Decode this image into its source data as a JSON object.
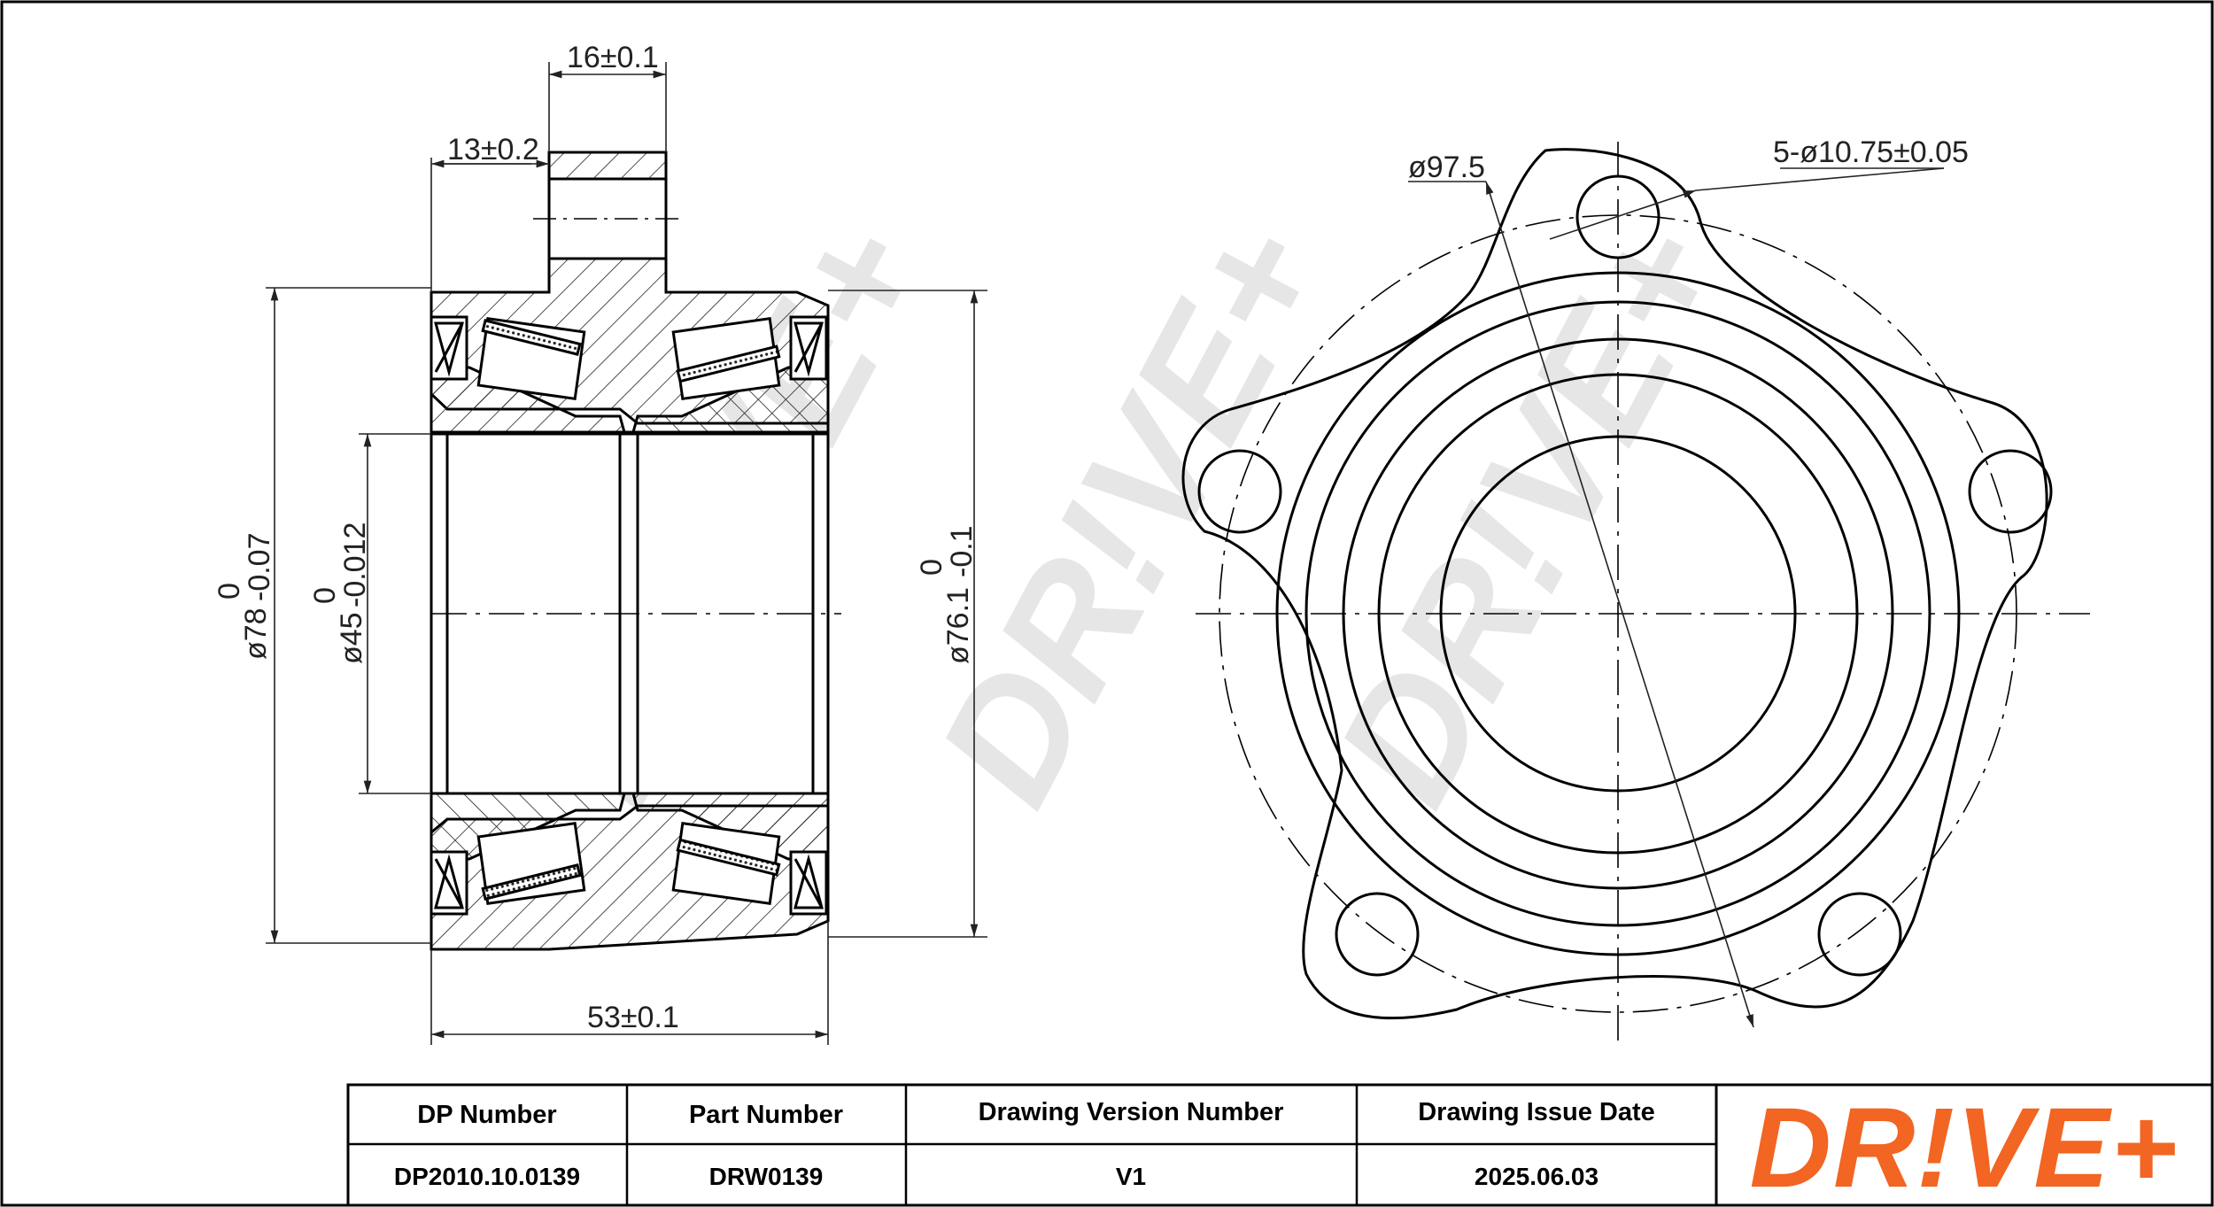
{
  "drawing": {
    "dims": {
      "d16": "16±0.1",
      "d13": "13±0.2",
      "d53": "53±0.1",
      "d78": "ø78",
      "d78_tol_up": "0",
      "d78_tol_lo": "-0.07",
      "d45": "ø45",
      "d45_tol_up": "0",
      "d45_tol_lo": "-0.012",
      "d761": "ø76.1",
      "d761_tol_up": "0",
      "d761_tol_lo": "-0.1",
      "d975": "ø97.5",
      "holes": "5-ø10.75±0.05"
    },
    "watermark": "DR!VE+"
  },
  "title_block": {
    "headers": [
      "DP Number",
      "Part Number",
      "Drawing Version Number",
      "Drawing Issue Date"
    ],
    "values": [
      "DP2010.10.0139",
      "DRW0139",
      "V1",
      "2025.06.03"
    ],
    "logo_text": "DR!VE+",
    "logo_color": "#f26522"
  }
}
